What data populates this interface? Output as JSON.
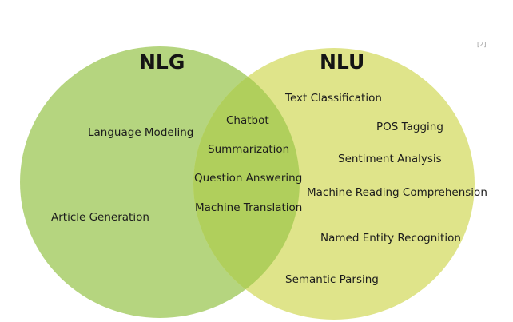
{
  "reference_mark": "[2]",
  "colors": {
    "nlg_circle": "#b5d57f",
    "nlu_circle": "#dfe48a",
    "overlap": "#b0cf5c"
  },
  "nlg": {
    "title": "NLG",
    "items": [
      "Language Modeling",
      "Article Generation"
    ]
  },
  "nlu": {
    "title": "NLU",
    "items": [
      "Text Classification",
      "POS Tagging",
      "Sentiment Analysis",
      "Machine Reading Comprehension",
      "Named Entity Recognition",
      "Semantic Parsing"
    ]
  },
  "shared": {
    "items": [
      "Chatbot",
      "Summarization",
      "Question Answering",
      "Machine Translation"
    ]
  }
}
